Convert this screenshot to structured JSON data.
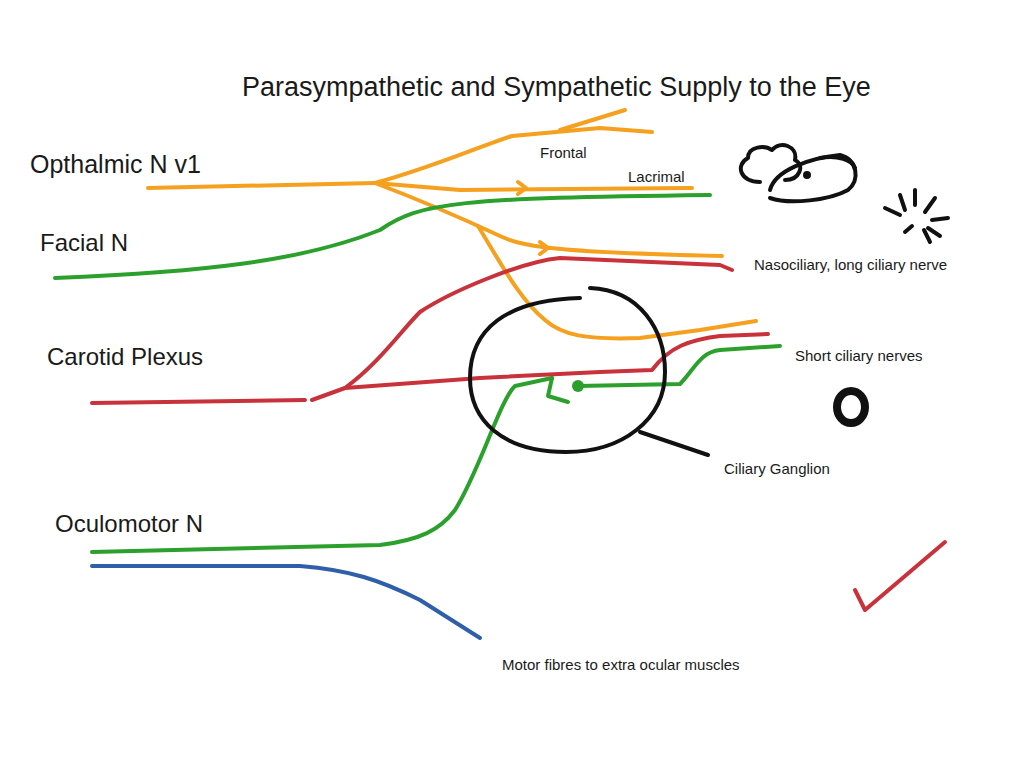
{
  "diagram": {
    "title": "Parasympathetic and Sympathetic Supply to the Eye",
    "labels": [
      "Opthalmic N v1",
      "Facial N",
      "Carotid Plexus",
      "Oculomotor N",
      "Frontal",
      "Lacrimal",
      "Nasociliary, long ciliary nerve",
      "Short ciliary nerves",
      "Ciliary Ganglion",
      "Motor fibres to extra ocular muscles"
    ]
  }
}
